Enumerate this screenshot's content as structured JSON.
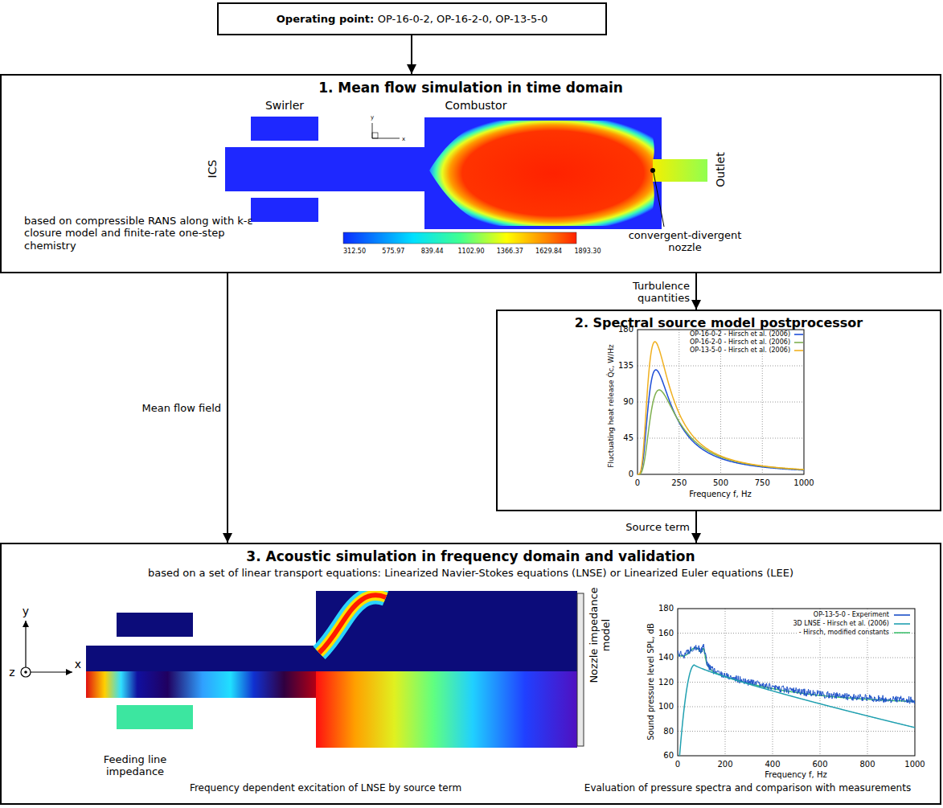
{
  "diagram": {
    "nodes": [
      {
        "text": [
          "Operating point:",
          "OP-16-0-2, OP-16-2-0, OP-13-5-0"
        ]
      },
      {
        "text": [
          "1. Mean flow simulation in time domain"
        ]
      },
      {
        "text": [
          "2. Spectral source model postprocessor"
        ]
      },
      {
        "text": [
          "3. Acoustic simulation in frequency domain and validation",
          "based on a set of linear transport equations: Linearized Navier-Stokes equations (LNSE) or Linearized Euler equations (LEE)"
        ]
      }
    ],
    "edges": [
      {
        "from": 0,
        "to": 1,
        "arrow": "to"
      },
      {
        "from": 1,
        "to": 3,
        "arrow": "to",
        "label": "Mean flow field"
      },
      {
        "from": 1,
        "to": 2,
        "arrow": "to",
        "label": "Turbulence quantities"
      },
      {
        "from": 2,
        "to": 3,
        "arrow": "to",
        "label": "Source term"
      }
    ],
    "labels": [
      "Swirler",
      "Combustor",
      "y",
      "x",
      "ICS",
      "Outlet",
      "convergent-divergent nozzle",
      "based on compressible RANS along with k-ε closure model and finite-rate one-step chemistry",
      "312.50",
      "575.97",
      "839.44",
      "1102.90",
      "1366.37",
      "1629.84",
      "1893.30",
      "0",
      "45",
      "90",
      "135",
      "180",
      "0",
      "250",
      "500",
      "750",
      "1000",
      "Fluctuating heat release Q̇c, W/Hz",
      "Frequency f, Hz",
      "y",
      "z",
      "x",
      "Feeding line impedance",
      "Nozzle impedance model",
      "Frequency dependent excitation of LNSE by source term",
      "Evaluation of pressure spectra and comparison with measurements",
      "60",
      "80",
      "100",
      "120",
      "140",
      "160",
      "180",
      "0",
      "200",
      "400",
      "600",
      "800",
      "1000",
      "Sound pressure level SPL, dB",
      "Frequency f, Hz"
    ],
    "legend": [
      {
        "text": "OP-16-0-2 - Hirsch et al. (2006)"
      },
      {
        "text": "OP-16-2-0 - Hirsch et al. (2006)"
      },
      {
        "text": "OP-13-5-0 - Hirsch et al. (2006)"
      },
      {
        "text": "OP-13-5-0 - Experiment"
      },
      {
        "text": "3D LNSE - Hirsch et al. (2006)"
      },
      {
        "text": "- Hirsch, modified constants"
      }
    ]
  }
}
